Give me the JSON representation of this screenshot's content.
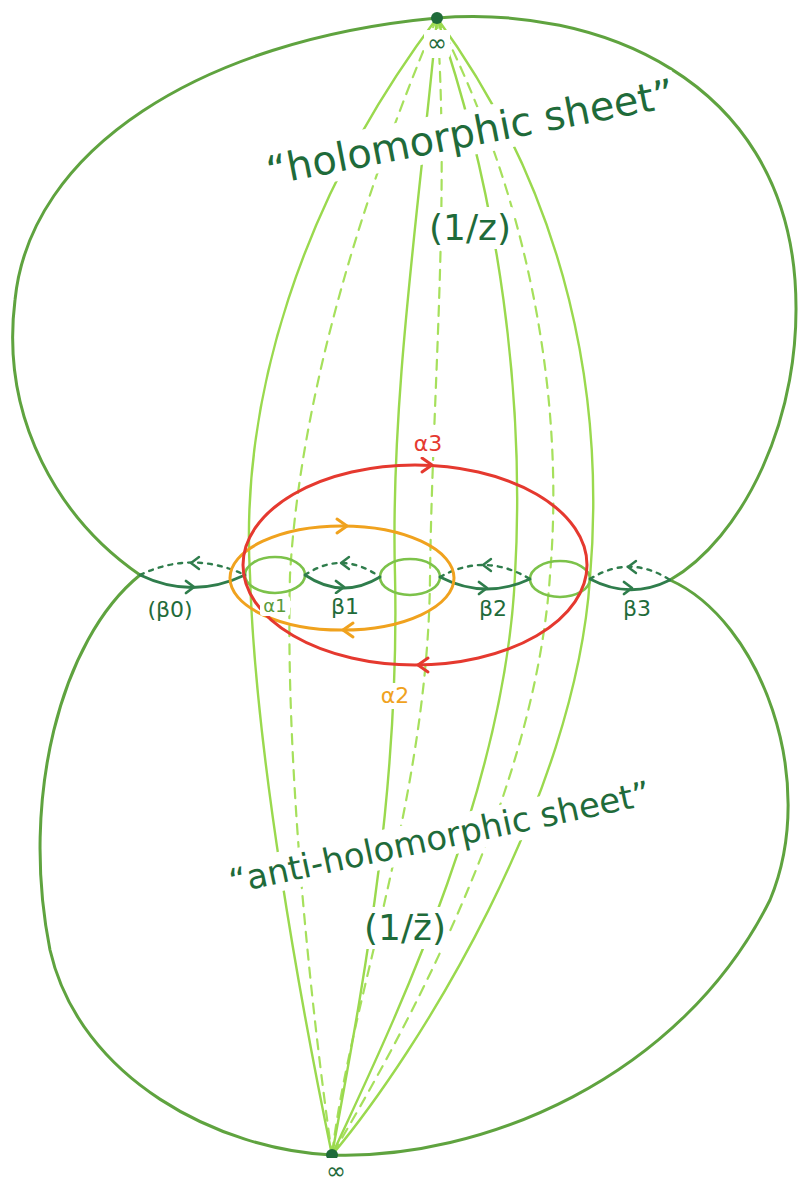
{
  "diagram": {
    "labels": [
      "∞",
      "“holomorphic sheet”",
      "(1/z)",
      "α3",
      "(β0)",
      "α1",
      "β1",
      "β2",
      "β3",
      "α2",
      "“anti-holomorphic sheet”",
      "(1/z̄)",
      "∞"
    ]
  }
}
